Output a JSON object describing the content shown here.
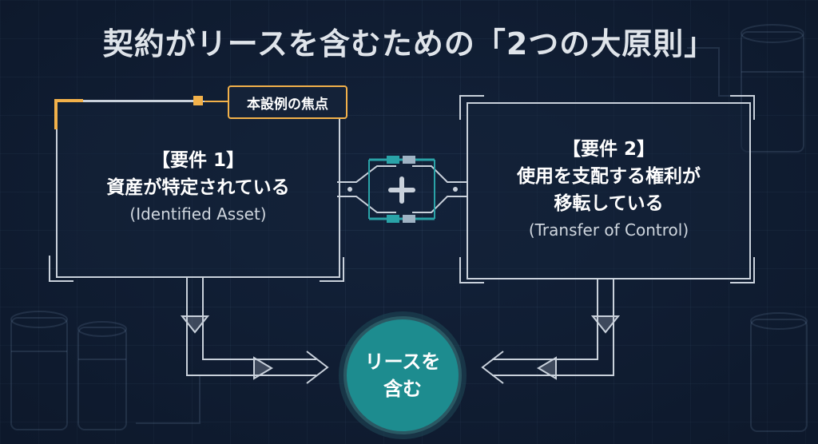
{
  "title": "契約がリースを含むための「2つの大原則」",
  "focus_tag": "本設例の焦点",
  "requirement1": {
    "heading": "【要件 1】",
    "text": "資産が特定されている",
    "english": "(Identified Asset)"
  },
  "requirement2": {
    "heading": "【要件 2】",
    "text_line1": "使用を支配する権利が",
    "text_line2": "移転している",
    "english": "(Transfer of Control)"
  },
  "result": {
    "line1": "リースを",
    "line2": "含む"
  },
  "colors": {
    "background": "#13223a",
    "accent_orange": "#f2b14a",
    "teal": "#1d8c8f",
    "connector_teal": "#2aa3a8",
    "line": "#c9d1db"
  }
}
